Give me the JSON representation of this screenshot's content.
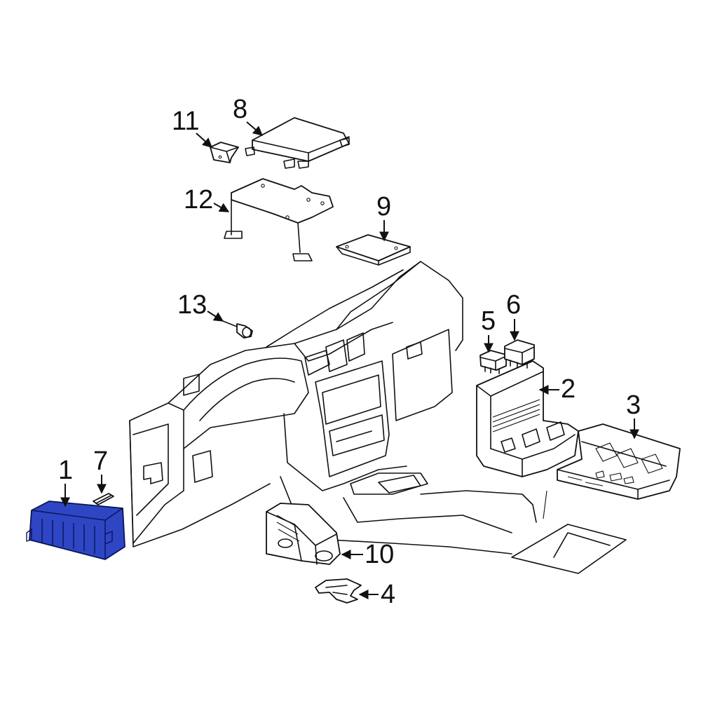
{
  "colors": {
    "line": "#111111",
    "background": "#ffffff",
    "highlight_fill": "#2e46c4",
    "highlight_stroke": "#0a1455"
  },
  "highlighted_part": "1",
  "callouts": [
    {
      "id": "1",
      "label": "1"
    },
    {
      "id": "2",
      "label": "2"
    },
    {
      "id": "3",
      "label": "3"
    },
    {
      "id": "4",
      "label": "4"
    },
    {
      "id": "5",
      "label": "5"
    },
    {
      "id": "6",
      "label": "6"
    },
    {
      "id": "7",
      "label": "7"
    },
    {
      "id": "8",
      "label": "8"
    },
    {
      "id": "9",
      "label": "9"
    },
    {
      "id": "10",
      "label": "10"
    },
    {
      "id": "11",
      "label": "11"
    },
    {
      "id": "12",
      "label": "12"
    },
    {
      "id": "13",
      "label": "13"
    }
  ]
}
